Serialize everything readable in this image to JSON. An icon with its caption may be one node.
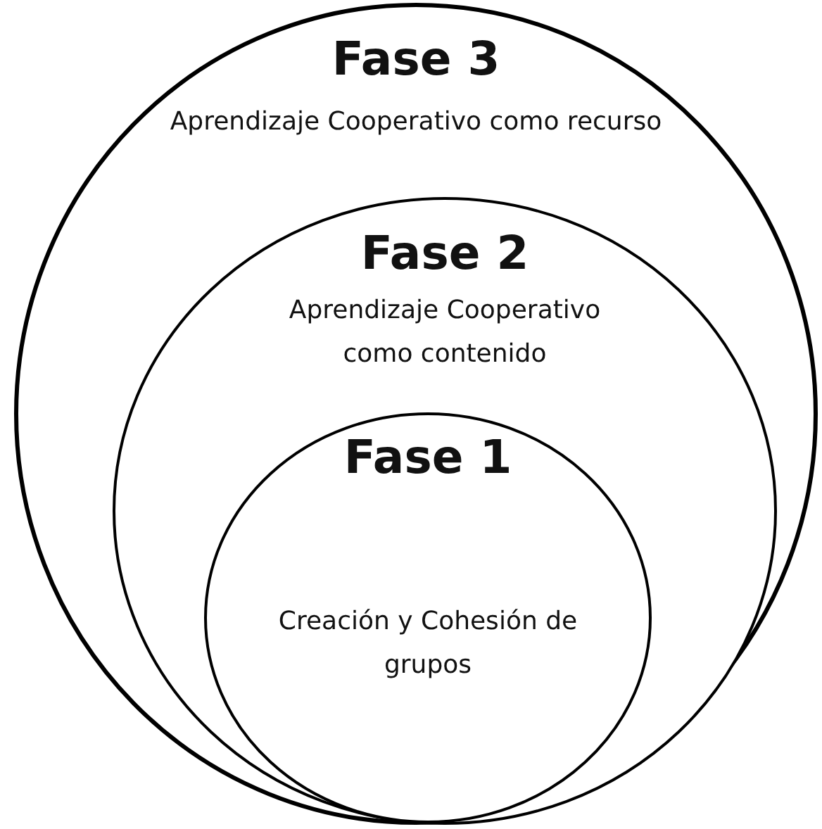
{
  "diagram": {
    "nodes": [
      {
        "text": [
          "Fase 3",
          "Aprendizaje Cooperativo como recurso"
        ]
      },
      {
        "text": [
          "Fase 2",
          "Aprendizaje Cooperativo como contenido"
        ],
        "in": 0
      },
      {
        "text": [
          "Fase 1",
          "Creación y Cohesión de grupos"
        ],
        "in": 1
      }
    ]
  }
}
